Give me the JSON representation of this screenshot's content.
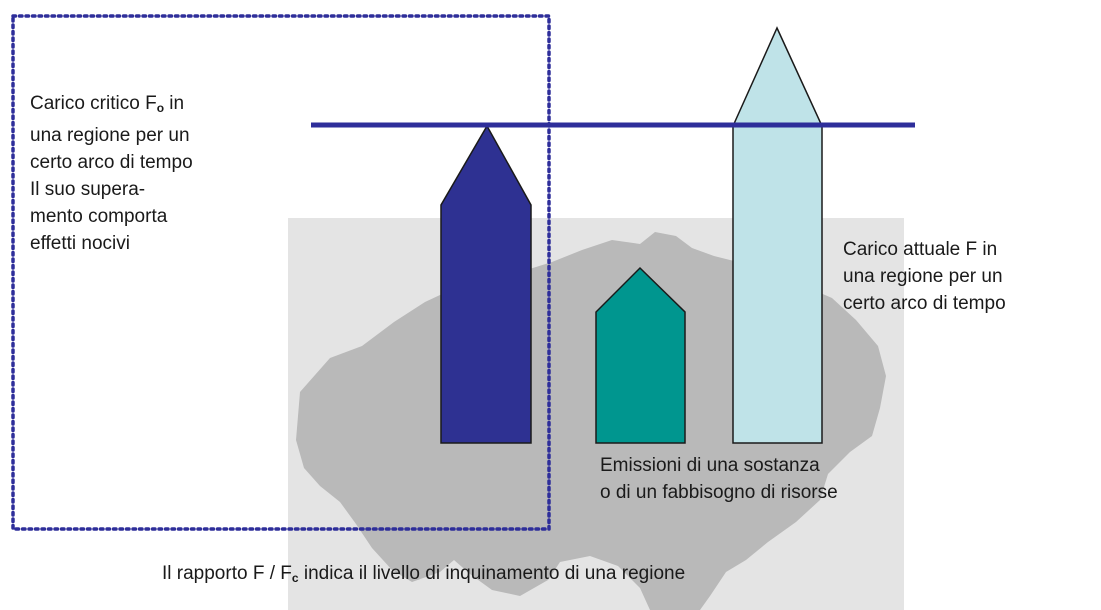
{
  "critical_load": {
    "line1_pre": "Carico critico F",
    "line1_sub": "o",
    "line1_post": " in",
    "line2": "una regione per un",
    "line3": "certo arco di tempo",
    "line4": "Il suo supera-",
    "line5": "mento comporta",
    "line6": "effetti nocivi"
  },
  "actual_load": {
    "line1": "Carico attuale F in",
    "line2": "una regione per un",
    "line3": "certo arco di tempo"
  },
  "emissions": {
    "line1": "Emissioni di una sostanza",
    "line2": "o di un fabbisogno di risorse"
  },
  "ratio_caption": {
    "pre": "Il rapporto F / F",
    "sub": "c",
    "post": " indica il livello di inquinamento di una regione"
  },
  "colors": {
    "critical_arrow": "#2e3192",
    "emission_arrow": "#00968f",
    "actual_arrow": "#bfe3e8",
    "threshold_line": "#2e2e9a",
    "dotted_frame": "#2e2e9a",
    "map_background": "#e4e4e4",
    "map_shape": "#b9b9b9"
  }
}
